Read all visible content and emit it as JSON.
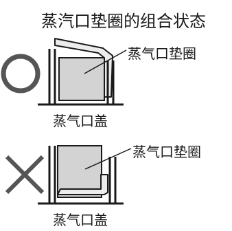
{
  "title": "蒸汽口垫圈的组合状态",
  "correct": {
    "mark_icon": "circle-correct-icon",
    "callout_label": "蒸气口垫圈",
    "base_label": "蒸气口盖"
  },
  "incorrect": {
    "mark_icon": "cross-incorrect-icon",
    "callout_label": "蒸气口垫圈",
    "base_label": "蒸气口盖"
  },
  "colors": {
    "cap_fill": "#d3d3d3",
    "gasket_fill": "#ececec",
    "stroke": "#1a1a1a",
    "mark": "#555555"
  }
}
